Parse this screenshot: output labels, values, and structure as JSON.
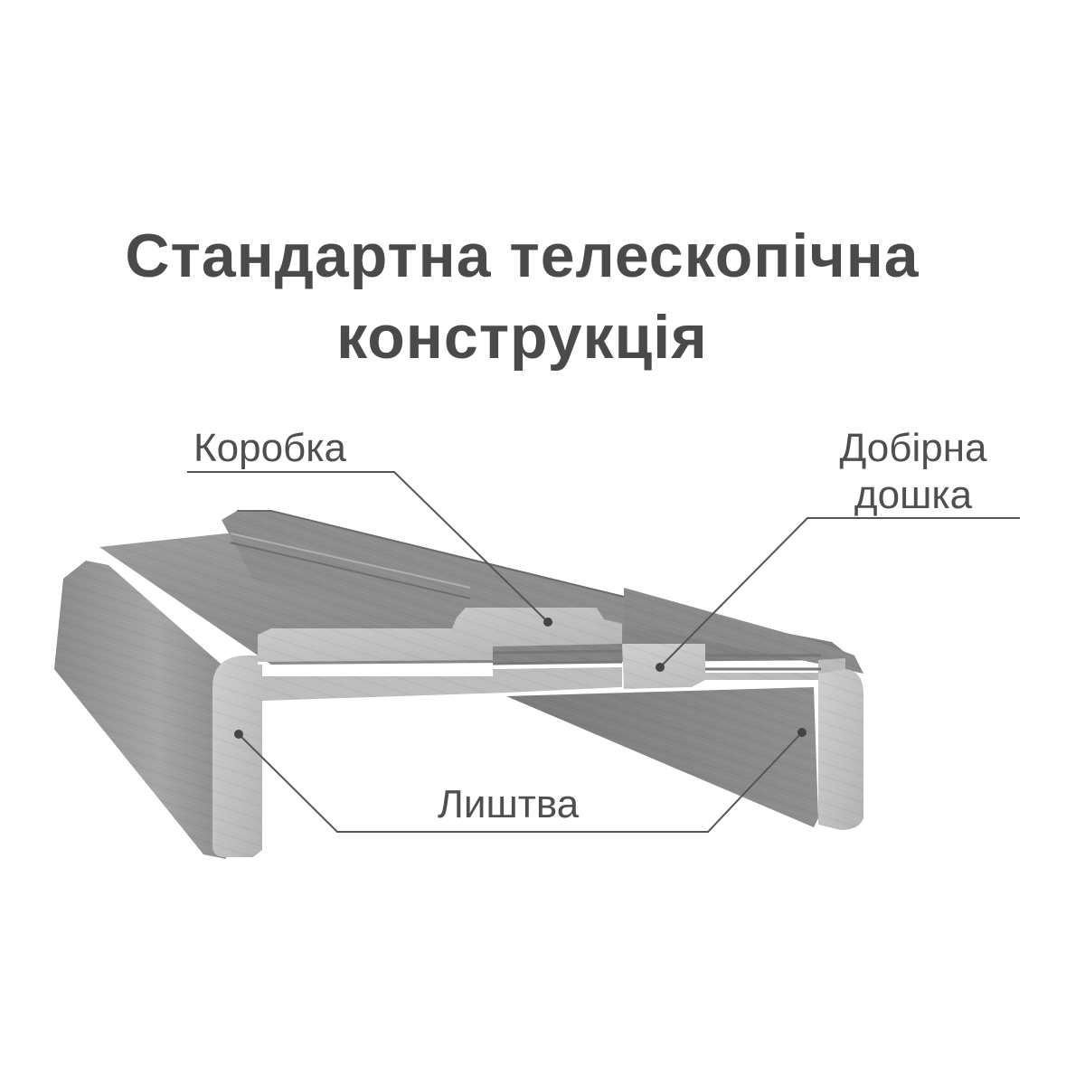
{
  "title": {
    "line1": "Стандартна телескопічна",
    "line2": "конструкція"
  },
  "labels": {
    "box": "Коробка",
    "extension_board_line1": "Добірна",
    "extension_board_line2": "дошка",
    "trim": "Лиштва"
  },
  "colors": {
    "title_text": "#4a4a4a",
    "label_text": "#4f4f4f",
    "wood_top": "#8f8f8f",
    "wood_front": "#9a9a9a",
    "wood_cut": "#c4c4c4",
    "wood_dark": "#6e6e6e",
    "line": "#555555"
  }
}
